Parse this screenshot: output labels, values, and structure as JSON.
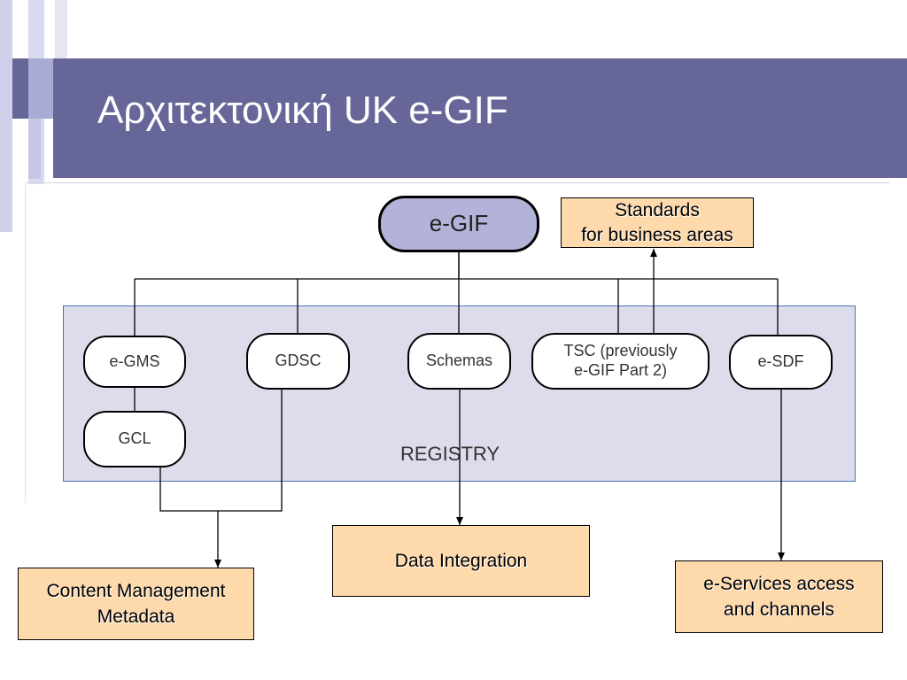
{
  "slide": {
    "title": "Αρχιτεκτονική UK e-GIF"
  },
  "diagram": {
    "root": "e-GIF",
    "registry_label": "REGISTRY",
    "components": {
      "egms": "e-GMS",
      "gdsc": "GDSC",
      "schemas": "Schemas",
      "tsc": "TSC (previously\ne-GIF Part 2)",
      "esdf": "e-SDF",
      "gcl": "GCL"
    },
    "outputs": {
      "standards": "Standards\nfor business areas",
      "content_management": "Content Management\nMetadata",
      "data_integration": "Data Integration",
      "eservices": "e-Services access\nand channels"
    }
  },
  "colors": {
    "title_bar": "#666699",
    "registry_fill": "#dcdcec",
    "root_fill": "#b3b3d9",
    "output_fill": "#fdd9ab"
  }
}
